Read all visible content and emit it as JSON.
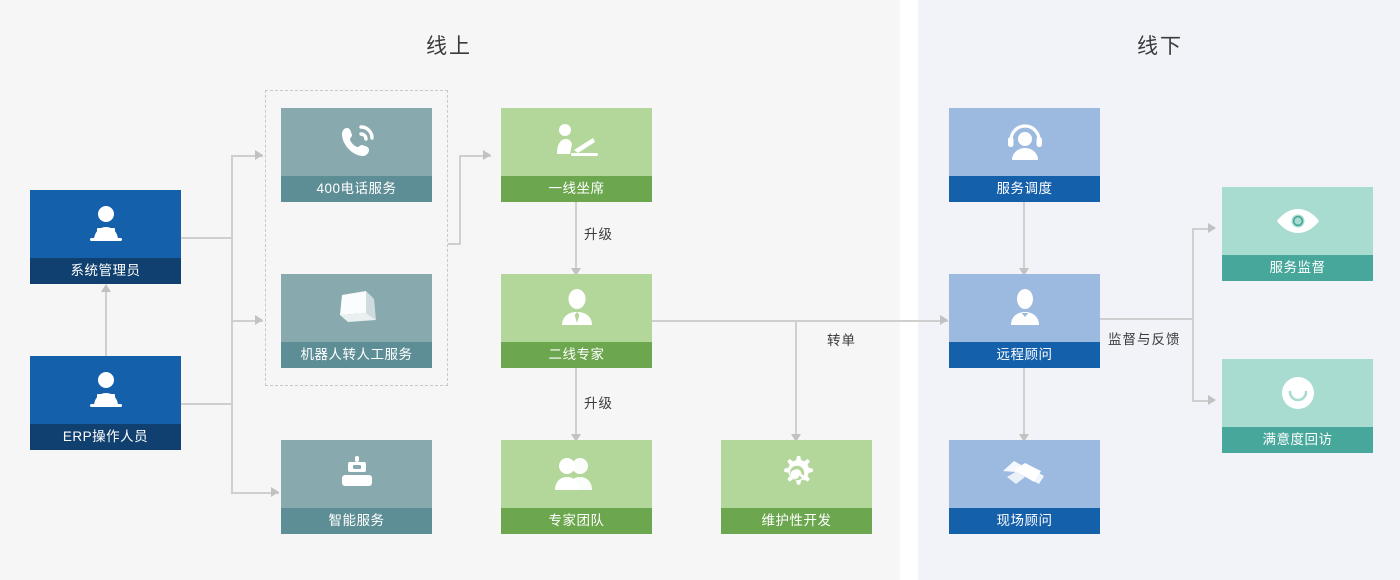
{
  "panels": {
    "online": {
      "title": "线上"
    },
    "offline": {
      "title": "线下"
    }
  },
  "nodes": {
    "sys_admin": {
      "label": "系统管理员",
      "icon": "operator-desk-icon"
    },
    "erp_operator": {
      "label": "ERP操作人员",
      "icon": "operator-desk-icon"
    },
    "phone_400": {
      "label": "400电话服务",
      "icon": "phone-ring-icon"
    },
    "robot_to_human": {
      "label": "机器人转人工服务",
      "icon": "laptop-icon"
    },
    "smart_service": {
      "label": "智能服务",
      "icon": "robot-icon"
    },
    "first_line": {
      "label": "一线坐席",
      "icon": "person-laptop-icon"
    },
    "second_line": {
      "label": "二线专家",
      "icon": "person-tie-icon"
    },
    "expert_team": {
      "label": "专家团队",
      "icon": "people-group-icon"
    },
    "maintenance": {
      "label": "维护性开发",
      "icon": "gear-wrench-icon"
    },
    "dispatch": {
      "label": "服务调度",
      "icon": "headset-agent-icon"
    },
    "remote_advisor": {
      "label": "远程顾问",
      "icon": "person-icon"
    },
    "onsite_advisor": {
      "label": "现场顾问",
      "icon": "handshake-icon"
    },
    "supervision": {
      "label": "服务监督",
      "icon": "eye-icon"
    },
    "satisfaction": {
      "label": "满意度回访",
      "icon": "smiley-icon"
    }
  },
  "edge_labels": {
    "upgrade_1": "升级",
    "upgrade_2": "升级",
    "transfer": "转单",
    "feedback": "监督与反馈"
  },
  "colors": {
    "panel_online_bg": "#f6f6f7",
    "panel_offline_bg": "#f1f3f9",
    "blue_body": "#1560ab",
    "blue_label": "#10406f",
    "slate_body": "#88a9ae",
    "slate_label": "#5e8e95",
    "green_body": "#b3d79a",
    "green_label": "#6ca74f",
    "light_blue_body": "#9cb9e0",
    "light_blue_label": "#1560ab",
    "teal_body": "#a9dcd1",
    "teal_label": "#46a79a",
    "connector": "#cfcfcf",
    "dashed_border": "#c9c9c9"
  }
}
